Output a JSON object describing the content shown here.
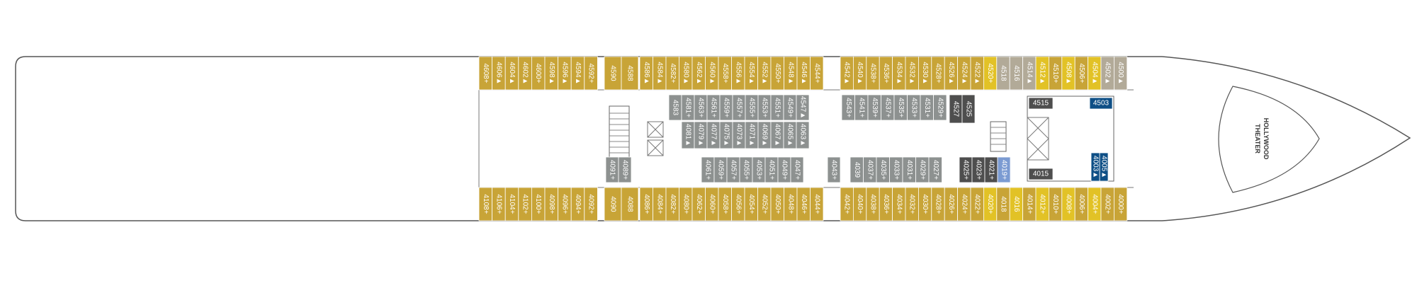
{
  "colors": {
    "gold": "#c8a437",
    "yellow": "#e2c226",
    "taupe": "#b2aa98",
    "gray": "#8d9190",
    "dark": "#4e4e4e",
    "navy": "#0e4f86",
    "blue": "#7b9bd2",
    "outline": "#555555"
  },
  "theater": {
    "line1": "HOLLYWOOD",
    "line2": "THEATER"
  },
  "topRow": {
    "aft": [
      "4608+",
      "4606▲",
      "4604▲",
      "4602▲",
      "4600+",
      "4598▲",
      "4596▲",
      "4594▲",
      "4592+"
    ],
    "mid1": [
      "4590",
      "4588"
    ],
    "mid2": [
      "4586▲",
      "4584▲",
      "4582+",
      "4580▲",
      "4562▲",
      "4560▲",
      "4558+",
      "4556▲",
      "4554▲",
      "4552▲",
      "4550+",
      "4548▲",
      "4546▲",
      "4544+"
    ],
    "fwd": [
      "4542▲",
      "4540▲",
      "4538+",
      "4536+",
      "4534▲",
      "4532▲",
      "4530▲",
      "4528+",
      "4526▲",
      "4524▲",
      "4522▲",
      "4520+",
      "4518",
      "4516",
      "4514▲",
      "4512▲",
      "4510+",
      "4508▲",
      "4506+",
      "4504▲",
      "4502▲",
      "4500▲"
    ]
  },
  "bottomRow": {
    "aft": [
      "4108+",
      "4106+",
      "4104+",
      "4102+",
      "4100+",
      "4098+",
      "4096+",
      "4094+",
      "4092+"
    ],
    "mid1": [
      "4090",
      "4088"
    ],
    "mid2": [
      "4086+",
      "4084+",
      "4082+",
      "4080+",
      "4062+",
      "4060+",
      "4058+",
      "4056+",
      "4054+",
      "4052+",
      "4050+",
      "4048+",
      "4046+",
      "4044+"
    ],
    "fwd": [
      "4042+",
      "4040+",
      "4038+",
      "4036+",
      "4034+",
      "4032+",
      "4030+",
      "4028+",
      "4026+",
      "4024+",
      "4022+",
      "4020+",
      "4018",
      "4016",
      "4014+",
      "4012+",
      "4010+",
      "4008+",
      "4006+",
      "4004+",
      "4002+",
      "4000+"
    ]
  },
  "innerAft": {
    "top": [
      "4583",
      "4581+",
      "4563+",
      "4561+",
      "4559+",
      "4557+",
      "4555+",
      "4553+",
      "4551+",
      "4549+",
      "4547▲"
    ],
    "middle": [
      "4081▲",
      "4079▲",
      "4077▲",
      "4075▲",
      "4073▲",
      "4071▲",
      "4069▲",
      "4067▲",
      "4065▲",
      "4063▲"
    ],
    "bottom": [
      "4061+",
      "4059+",
      "4057+",
      "4055+",
      "4053+",
      "4051+",
      "4049+",
      "4047+"
    ],
    "stair": [
      "4091+",
      "4089+"
    ],
    "side": "4043+"
  },
  "innerFwd": {
    "top": [
      "4543+",
      "4541+",
      "4539+",
      "4537+",
      "4535+",
      "4533+",
      "4531+",
      "4529+"
    ],
    "dark": [
      "4527",
      "4525"
    ],
    "bottom": [
      "4039",
      "4037+",
      "4035+",
      "4033+",
      "4031+",
      "4029+",
      "4027+"
    ],
    "dark2": [
      "4025+",
      "4023+"
    ],
    "blue": [
      "4021+",
      "4019+"
    ]
  },
  "forward": {
    "upper": "4515",
    "lower": "4015",
    "navy_top": "4503",
    "navy_bottom": [
      "4005▲",
      "4003▲"
    ]
  }
}
